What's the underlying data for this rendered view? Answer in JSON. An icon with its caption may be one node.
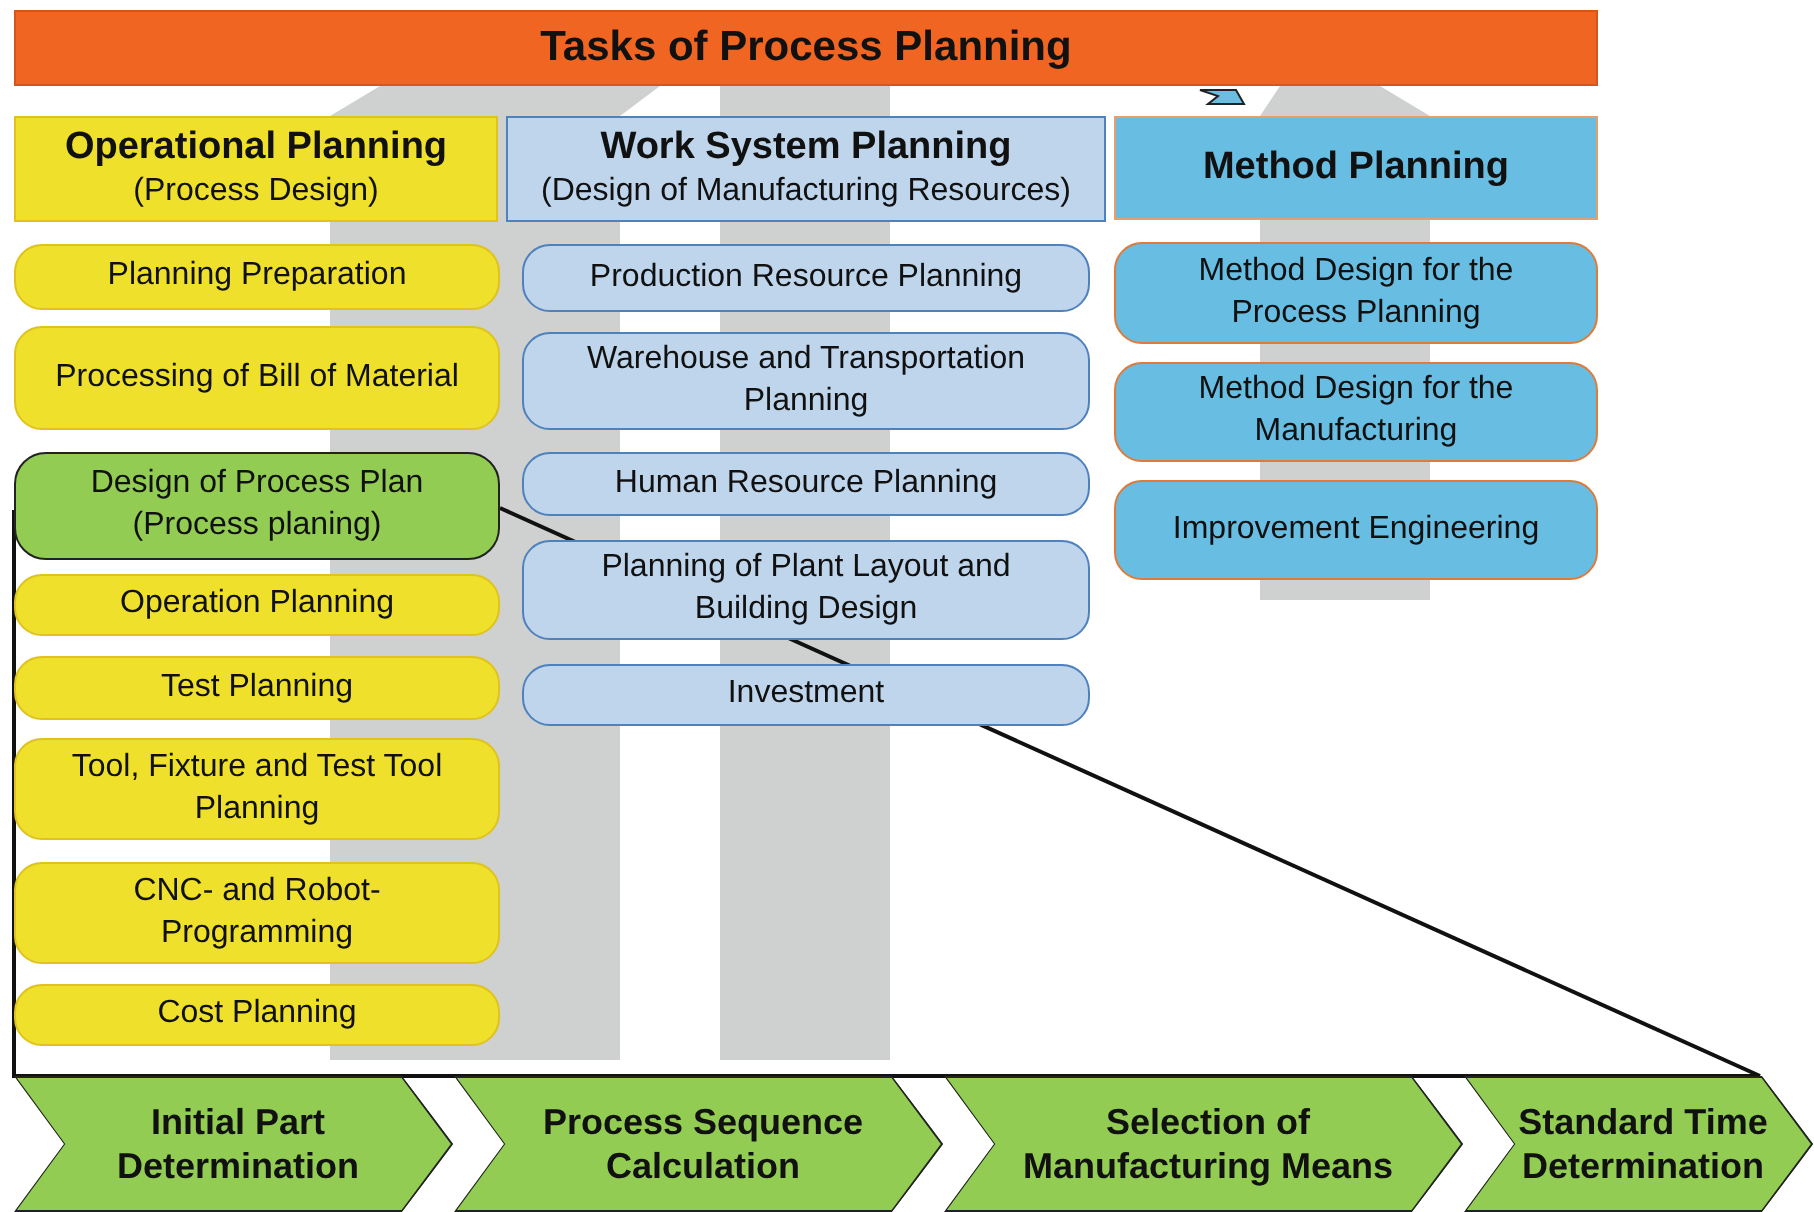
{
  "diagram": {
    "nodes": [
      {
        "text": [
          "Tasks of Process Planning"
        ]
      },
      {
        "text": [
          "Operational Planning",
          "(Process Design)"
        ]
      },
      {
        "text": [
          "Work System Planning",
          "(Design of Manufacturing  Resources)"
        ]
      },
      {
        "text": [
          "Method Planning"
        ]
      },
      {
        "text": [
          "Planning Preparation"
        ]
      },
      {
        "text": [
          "Processing of Bill of Material"
        ]
      },
      {
        "text": [
          "Design of Process Plan (Process planing)"
        ]
      },
      {
        "text": [
          "Operation Planning"
        ]
      },
      {
        "text": [
          "Test Planning"
        ]
      },
      {
        "text": [
          "Tool, Fixture and Test Tool Planning"
        ]
      },
      {
        "text": [
          "CNC- and Robot-Programming"
        ]
      },
      {
        "text": [
          "Cost Planning"
        ]
      },
      {
        "text": [
          "Production Resource Planning"
        ]
      },
      {
        "text": [
          "Warehouse and Transportation Planning"
        ]
      },
      {
        "text": [
          "Human Resource Planning"
        ]
      },
      {
        "text": [
          "Planning of Plant Layout and Building Design"
        ]
      },
      {
        "text": [
          "Investment"
        ]
      },
      {
        "text": [
          "Method Design for the Process Planning"
        ]
      },
      {
        "text": [
          "Method Design for the Manufacturing"
        ]
      },
      {
        "text": [
          "Improvement Engineering"
        ]
      },
      {
        "text": [
          "Initial Part Determination"
        ]
      },
      {
        "text": [
          "Process Sequence Calculation"
        ]
      },
      {
        "text": [
          "Selection of Manufacturing Means"
        ]
      },
      {
        "text": [
          "Standard Time Determination"
        ]
      }
    ]
  }
}
